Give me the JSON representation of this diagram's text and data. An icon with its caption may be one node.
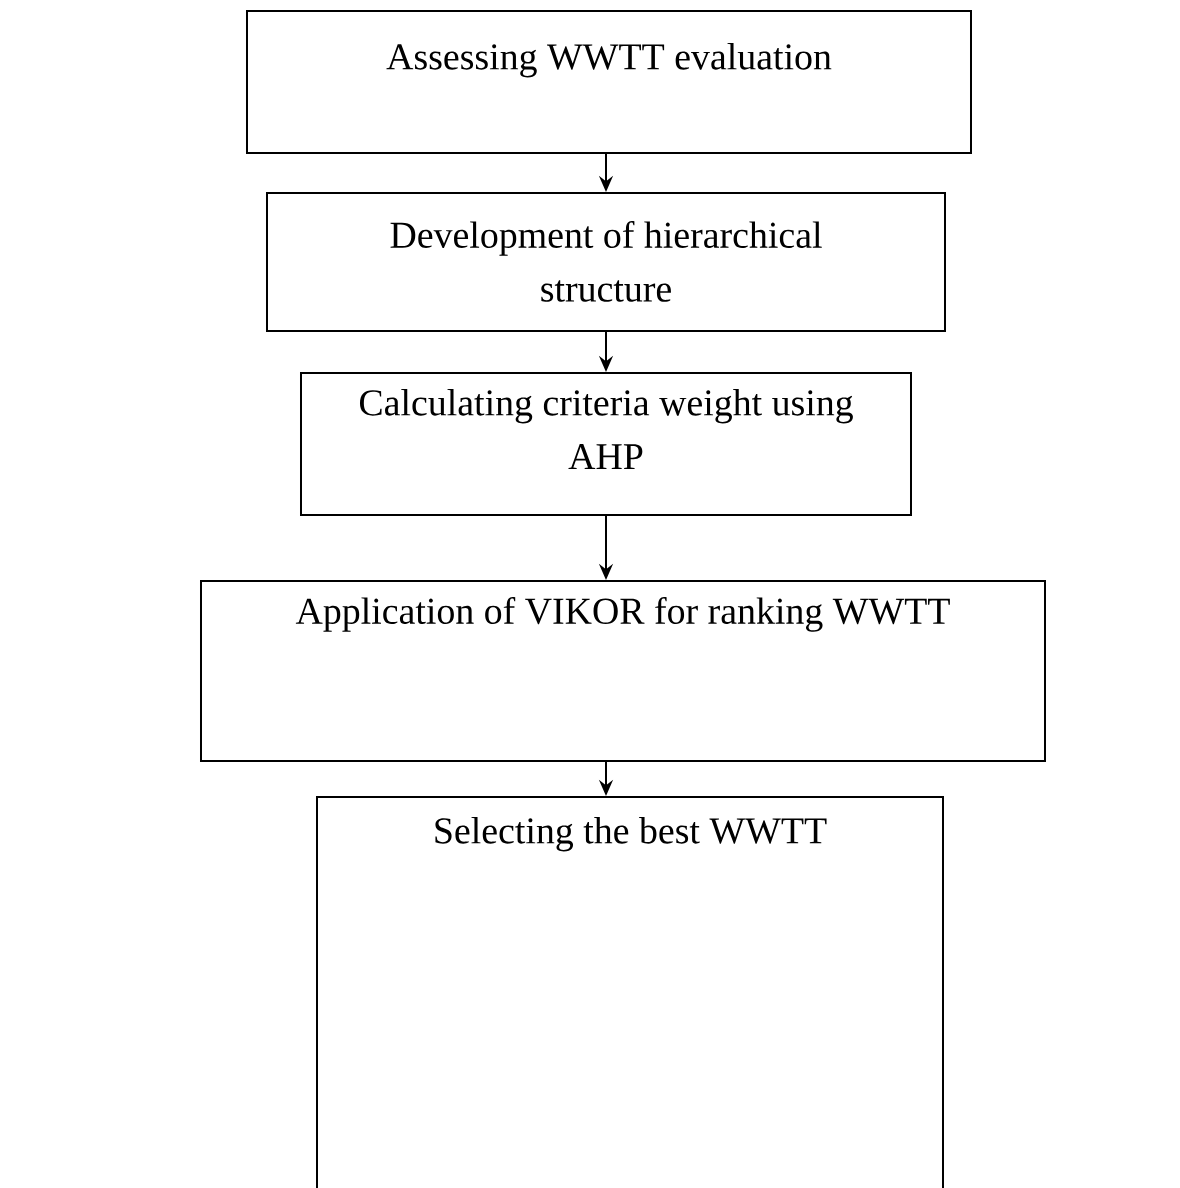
{
  "diagram": {
    "nodes": [
      {
        "text": [
          "Assessing WWTT evaluation"
        ]
      },
      {
        "text": [
          "Development of hierarchical structure"
        ]
      },
      {
        "text": [
          "Calculating criteria weight using AHP"
        ]
      },
      {
        "text": [
          "Application of VIKOR for ranking WWTT"
        ]
      },
      {
        "text": [
          "Selecting the best WWTT"
        ]
      }
    ],
    "edges": [
      {
        "from": 0,
        "to": 1,
        "arrow": "to"
      },
      {
        "from": 1,
        "to": 2,
        "arrow": "to"
      },
      {
        "from": 2,
        "to": 3,
        "arrow": "to"
      },
      {
        "from": 3,
        "to": 4,
        "arrow": "to"
      }
    ]
  }
}
